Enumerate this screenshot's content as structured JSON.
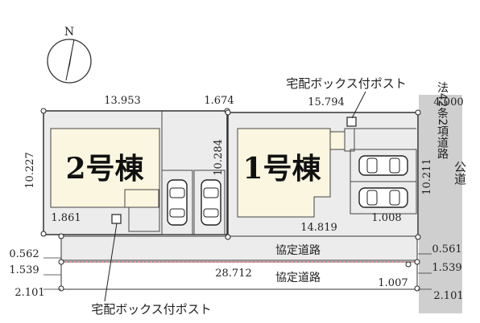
{
  "compass": {
    "north_label": "N"
  },
  "buildings": {
    "b2": {
      "label": "2号棟"
    },
    "b1": {
      "label": "1号棟"
    }
  },
  "labels": {
    "post_box_top": "宅配ボックス付ポスト",
    "post_box_bottom": "宅配ボックス付ポスト",
    "road_upper": "協定道路",
    "road_lower": "協定道路",
    "public_road": "公道",
    "public_road_article": "法42条2項道路"
  },
  "dimensions": {
    "top_left": "13.953",
    "top_mid": "1.674",
    "top_right": "15.794",
    "right_top": "4.000",
    "left_height": "10.227",
    "mid_height": "10.284",
    "right_height": "10.211",
    "left_small": "1.861",
    "inner_bottom": "14.819",
    "right_small": "1.008",
    "left_a": "0.562",
    "left_b": "1.539",
    "left_c": "2.101",
    "right_a": "0.561",
    "right_b": "1.539",
    "right_c": "2.101",
    "bottom_total": "28.712",
    "bottom_right": "1.007"
  },
  "colors": {
    "building": "#fbf6df",
    "site": "#ececec",
    "road_gray": "#cfcfcf",
    "line": "#333333"
  }
}
